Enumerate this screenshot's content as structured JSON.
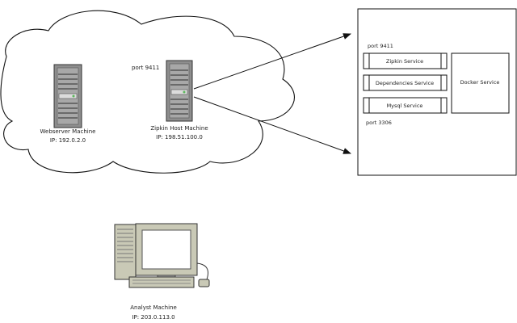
{
  "network": {
    "webserver": {
      "name": "Webserver Machine",
      "ip": "IP: 192.0.2.0"
    },
    "zipkin_host": {
      "name": "Zipkin Host Machine",
      "ip": "IP: 198.51.100.0",
      "port": "port 9411"
    }
  },
  "host_box": {
    "port_top": "port 9411",
    "port_bottom": "port 3306",
    "services": [
      "Zipkin Service",
      "Dependencies Service",
      "Mysql Service"
    ],
    "docker": "Docker Service"
  },
  "analyst": {
    "name": "Analyst Machine",
    "ip": "IP: 203.0.113.0"
  }
}
